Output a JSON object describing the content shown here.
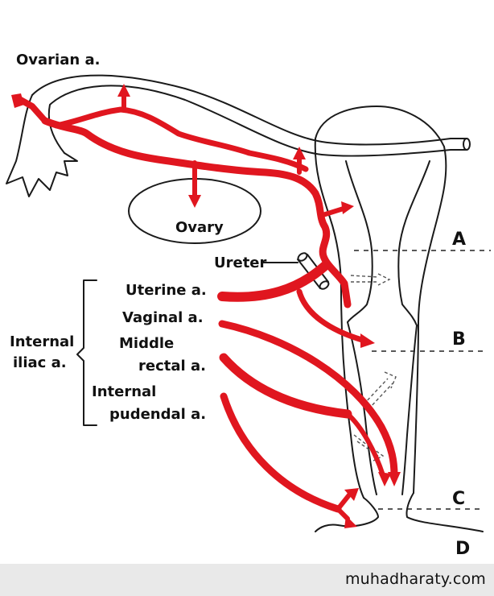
{
  "labels": {
    "ovarian_artery": "Ovarian a.",
    "ovary": "Ovary",
    "ureter": "Ureter",
    "uterine_artery": "Uterine a.",
    "vaginal_artery": "Vaginal a.",
    "middle_rectal_1": "Middle",
    "middle_rectal_2": "rectal a.",
    "internal_pudendal_1": "Internal",
    "internal_pudendal_2": "pudendal a.",
    "internal_iliac_1": "Internal",
    "internal_iliac_2": "iliac a.",
    "level_a": "A",
    "level_b": "B",
    "level_c": "C",
    "level_d": "D"
  },
  "watermark": "muhadharaty.com",
  "colors": {
    "artery": "#e0161f",
    "outline": "#1a1a1a",
    "background": "#ffffff",
    "footer": "#e9e9e9"
  }
}
